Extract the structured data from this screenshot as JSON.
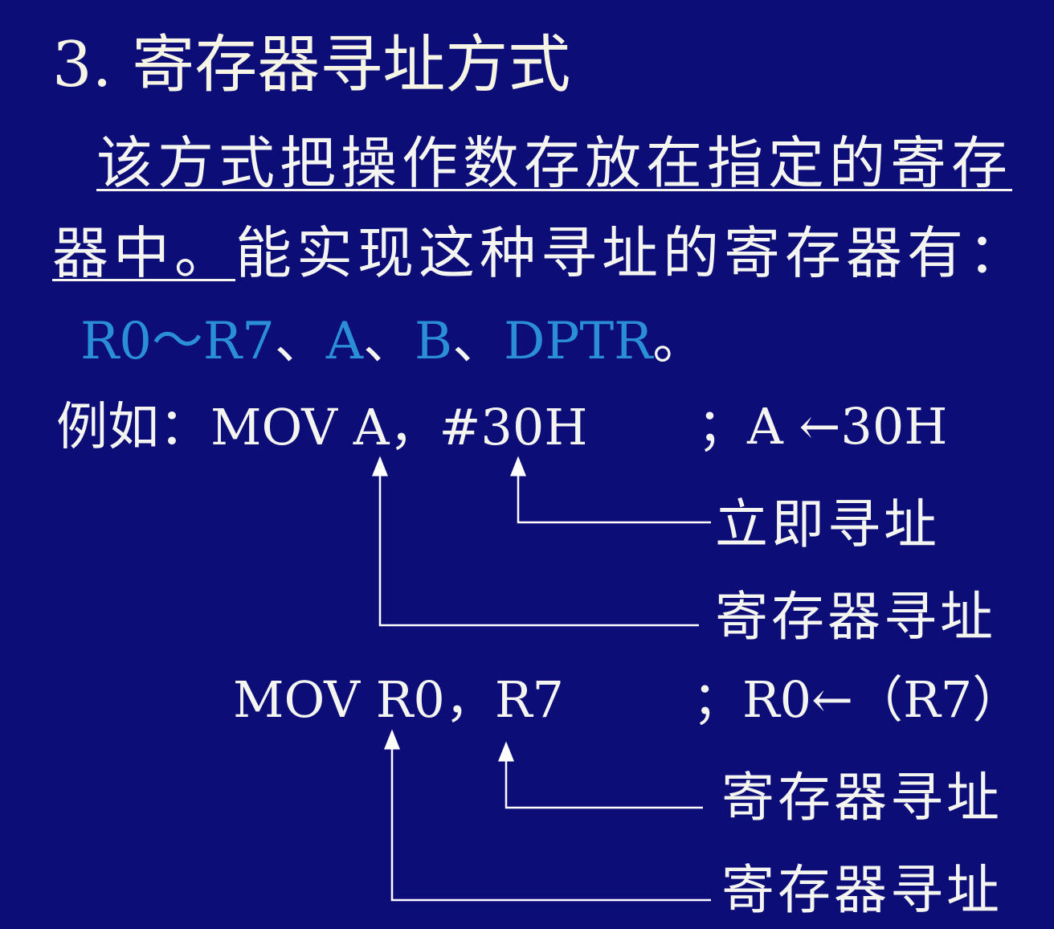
{
  "title": "3.  寄存器寻址方式",
  "paragraph": {
    "line1": "该方式把操作数存放在指定的寄存",
    "line2_underlined": "器中。",
    "line2_rest": "能实现这种寻址的寄存器有："
  },
  "registers": {
    "r0_r7": "R0～R7",
    "a": "A",
    "b": "B",
    "dptr": "DPTR",
    "sep": "、",
    "end": "。"
  },
  "example1": {
    "prefix": "例如：",
    "instruction": "MOV A，#30H",
    "comment": "；A ←30H",
    "label_immediate": "立即寻址",
    "label_register": "寄存器寻址"
  },
  "example2": {
    "instruction": "MOV R0，R7",
    "comment": "；R0←（R7）",
    "label_source": "寄存器寻址",
    "label_dest": "寄存器寻址"
  },
  "colors": {
    "background": "#0d0d78",
    "highlight": "#2a8fd4",
    "text": "#f4f4f0"
  }
}
